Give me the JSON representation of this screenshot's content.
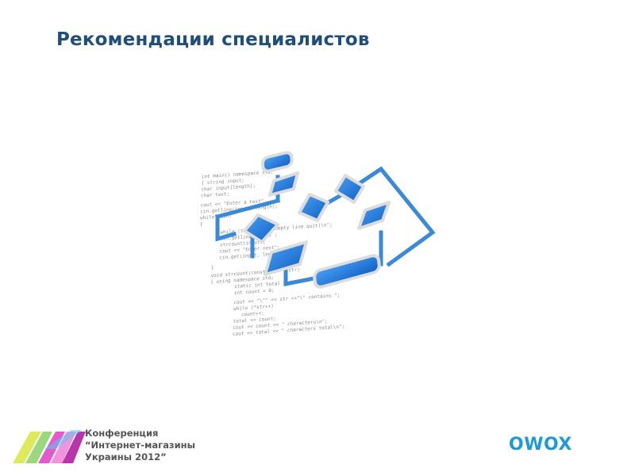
{
  "slide": {
    "title": "Рекомендации специалистов"
  },
  "illustration": {
    "icon": "flowchart-diagram-icon"
  },
  "footer": {
    "conference": {
      "logo_icon": "conference-stripes-logo-icon",
      "logo_colors": [
        "#d9e84a",
        "#8ad16a",
        "#e048c8",
        "#f080d8",
        "#b020a0"
      ],
      "line1": "Конференция",
      "line2": "“Интернет-магазины",
      "line3": "Украины 2012”"
    },
    "owox": {
      "logo_text": "OWOX",
      "color": "#1e9ad6"
    }
  }
}
